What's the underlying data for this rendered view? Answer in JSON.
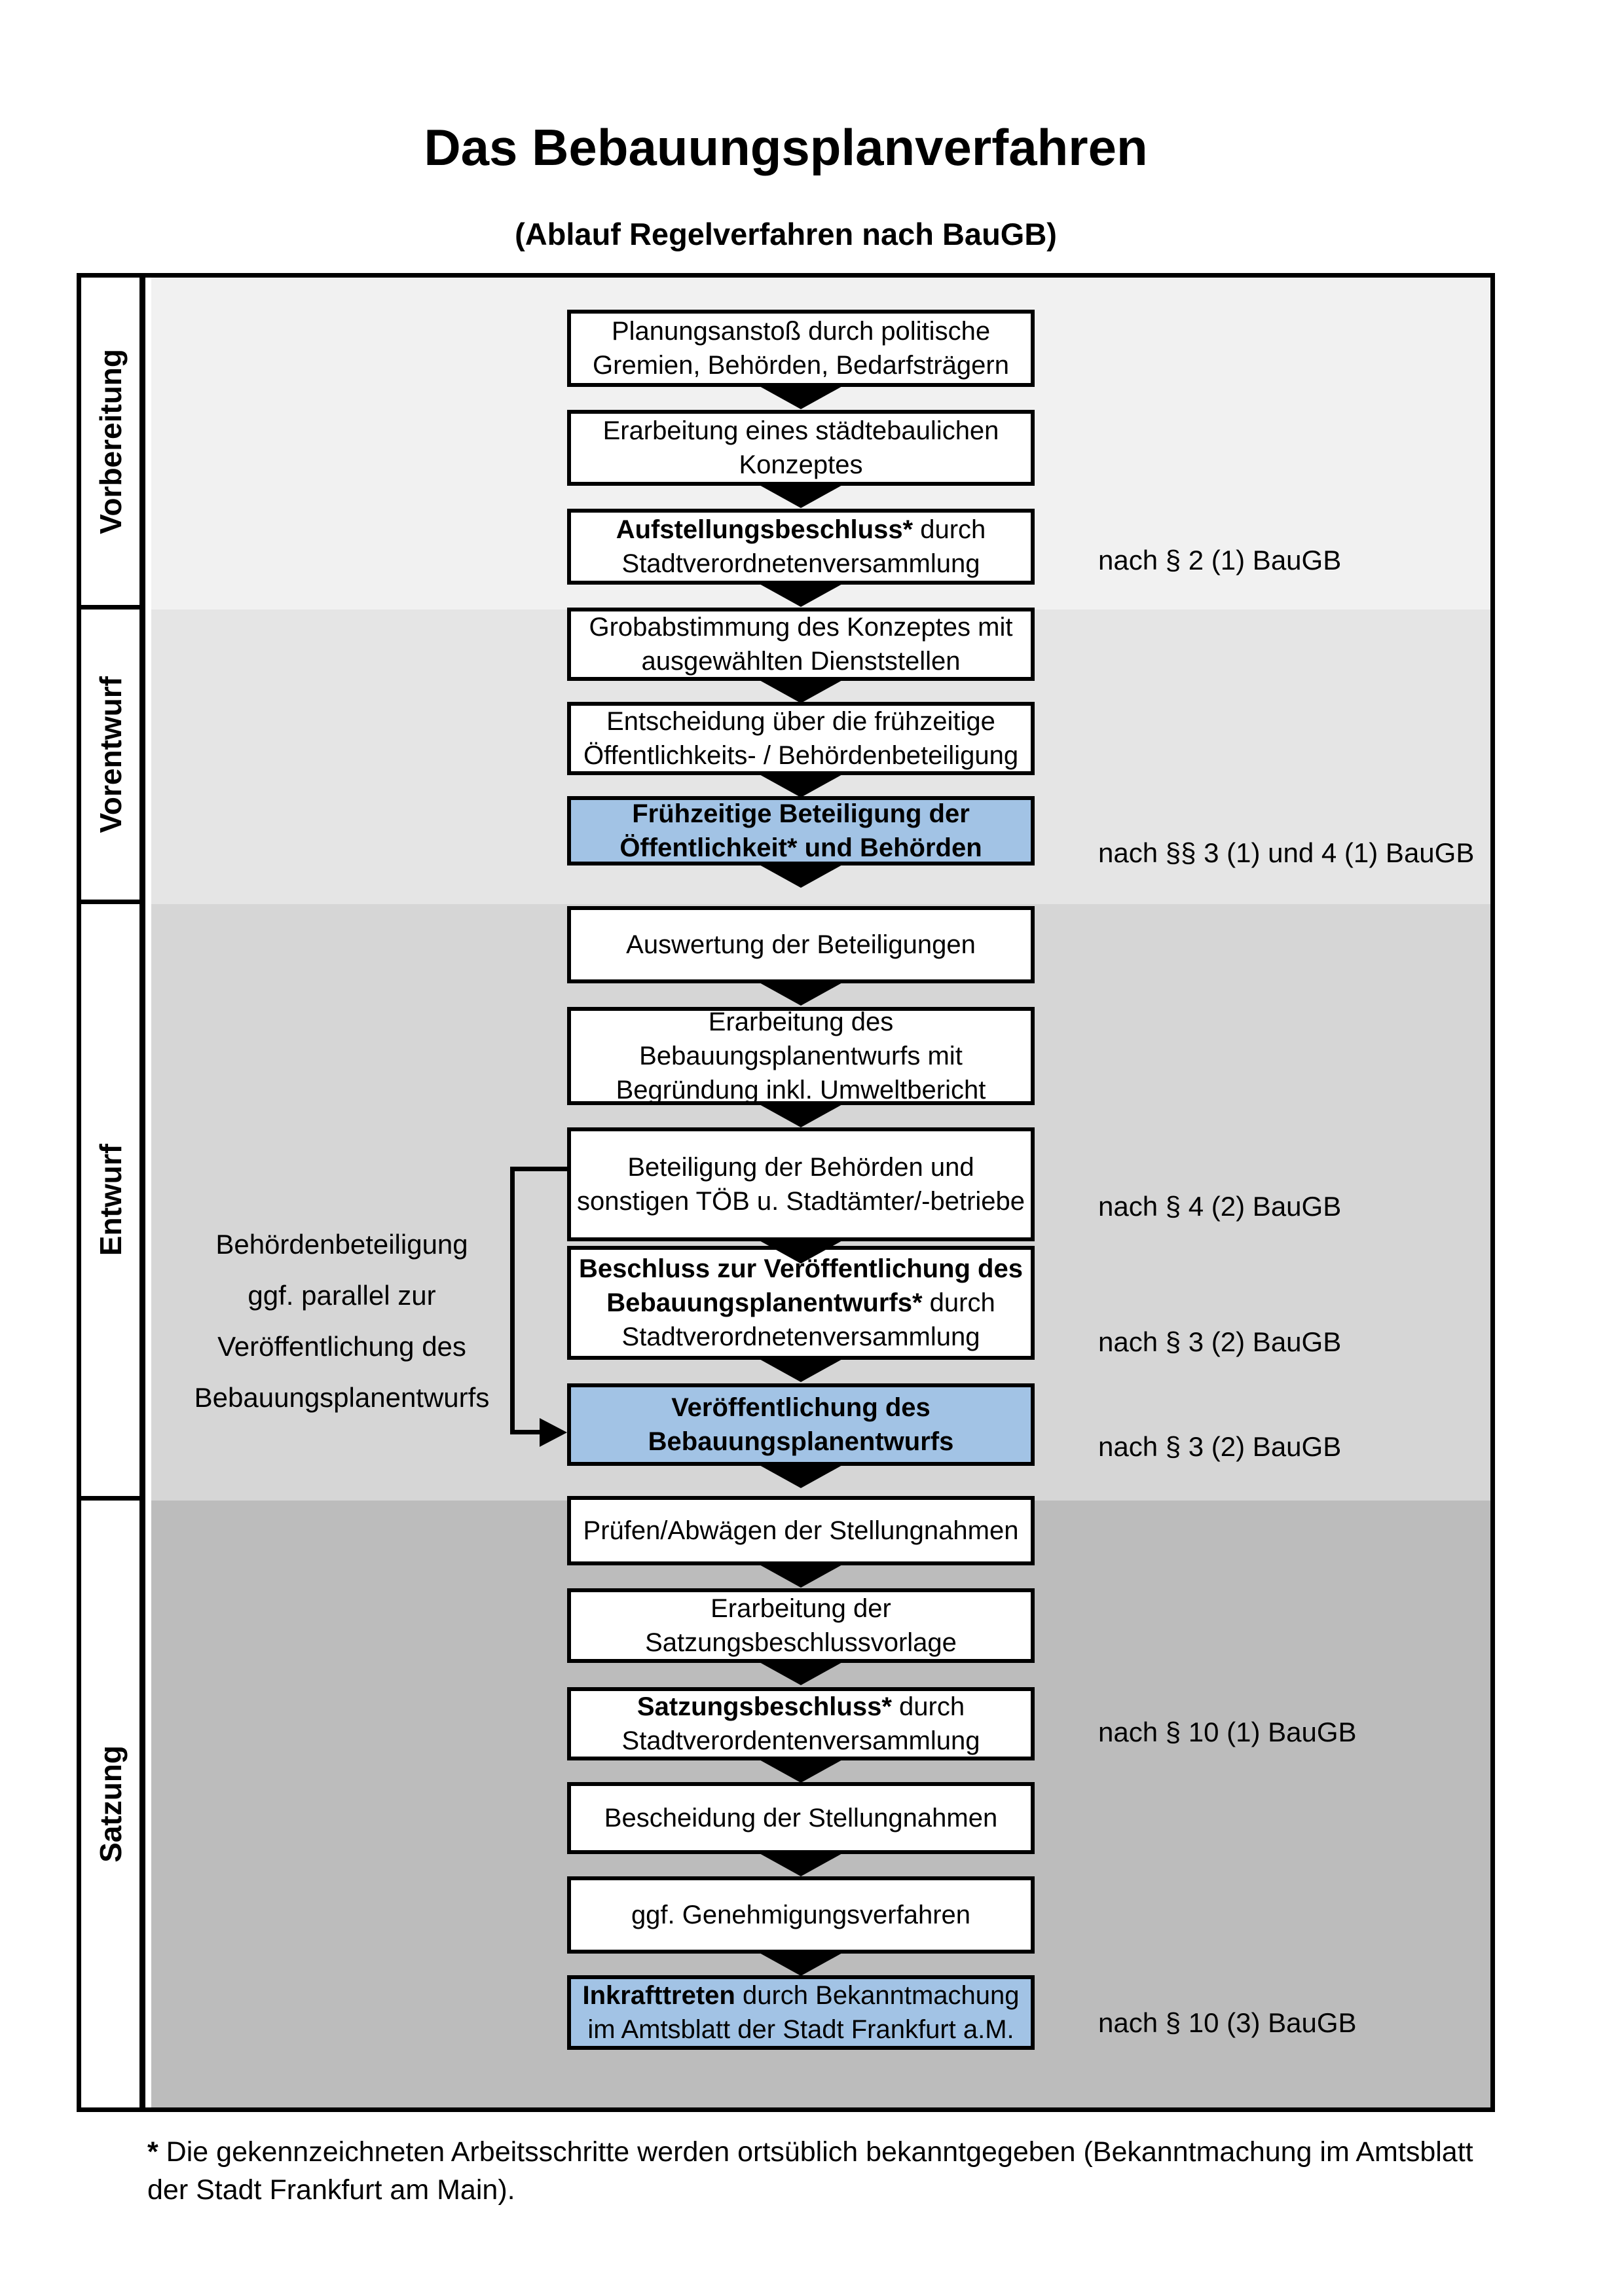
{
  "title": "Das Bebauungsplanverfahren",
  "subtitle": "(Ablauf Regelverfahren nach BauGB)",
  "colors": {
    "highlight_blue": "#a2c3e5",
    "phase_bg_vorbereitung": "#f1f1f1",
    "phase_bg_vorentwurf": "#e5e5e5",
    "phase_bg_entwurf": "#d6d6d6",
    "phase_bg_satzung": "#bcbcbc",
    "line_color": "#000000"
  },
  "phases": [
    {
      "label": "Vorbereitung"
    },
    {
      "label": "Vorentwurf"
    },
    {
      "label": "Entwurf"
    },
    {
      "label": "Satzung"
    }
  ],
  "boxes": [
    {
      "variant": "white",
      "lines": [
        {
          "t": "Planungsanstoß durch politische"
        },
        {
          "t": "Gremien, Behörden, Bedarfsträgern"
        }
      ]
    },
    {
      "variant": "white",
      "lines": [
        {
          "t": "Erarbeitung eines städtebaulichen"
        },
        {
          "t": "Konzeptes"
        }
      ]
    },
    {
      "variant": "white",
      "lines": [
        {
          "b": "Aufstellungsbeschluss*",
          "t": " durch"
        },
        {
          "t": "Stadtverordnetenversammlung"
        }
      ]
    },
    {
      "variant": "white",
      "lines": [
        {
          "t": "Grobabstimmung des Konzeptes mit"
        },
        {
          "t": "ausgewählten Dienststellen"
        }
      ]
    },
    {
      "variant": "white",
      "lines": [
        {
          "t": "Entscheidung über die frühzeitige"
        },
        {
          "t": "Öffentlichkeits- / Behördenbeteiligung"
        }
      ]
    },
    {
      "variant": "blue",
      "lines": [
        {
          "b": "Frühzeitige Beteiligung der"
        },
        {
          "b": "Öffentlichkeit* und Behörden"
        }
      ]
    },
    {
      "variant": "white",
      "lines": [
        {
          "t": "Auswertung der Beteiligungen"
        }
      ]
    },
    {
      "variant": "white",
      "lines": [
        {
          "t": "Erarbeitung des"
        },
        {
          "t": "Bebauungsplanentwurfs mit"
        },
        {
          "t": "Begründung inkl. Umweltbericht"
        }
      ]
    },
    {
      "variant": "white",
      "lines": [
        {
          "t": "Beteiligung der Behörden und"
        },
        {
          "t": "sonstigen TÖB u. Stadtämter/-betriebe"
        }
      ]
    },
    {
      "variant": "white",
      "lines": [
        {
          "b": "Beschluss zur Veröffentlichung des"
        },
        {
          "b": "Bebauungsplanentwurfs*",
          "t": " durch"
        },
        {
          "t": "Stadtverordnetenversammlung"
        }
      ]
    },
    {
      "variant": "blue",
      "lines": [
        {
          "b": "Veröffentlichung des"
        },
        {
          "b": "Bebauungsplanentwurfs"
        }
      ]
    },
    {
      "variant": "white",
      "lines": [
        {
          "t": "Prüfen/Abwägen der Stellungnahmen"
        }
      ]
    },
    {
      "variant": "white",
      "lines": [
        {
          "t": "Erarbeitung der"
        },
        {
          "t": "Satzungsbeschlussvorlage"
        }
      ]
    },
    {
      "variant": "white",
      "lines": [
        {
          "b": "Satzungsbeschluss*",
          "t": " durch"
        },
        {
          "t": "Stadtverordentenversammlung"
        }
      ]
    },
    {
      "variant": "white",
      "lines": [
        {
          "t": "Bescheidung der Stellungnahmen"
        }
      ]
    },
    {
      "variant": "white",
      "lines": [
        {
          "t": "ggf. Genehmigungsverfahren"
        }
      ]
    },
    {
      "variant": "blue",
      "lines": [
        {
          "b": "Inkrafttreten",
          "t": " durch Bekanntmachung"
        },
        {
          "t": "im Amtsblatt der Stadt Frankfurt a.M."
        }
      ]
    }
  ],
  "refs": [
    "nach § 2 (1) BauGB",
    "nach §§ 3 (1) und 4 (1) BauGB",
    "nach § 4 (2) BauGB",
    "nach § 3 (2) BauGB",
    "nach § 3 (2) BauGB",
    "nach § 10 (1) BauGB",
    "nach § 10 (3) BauGB"
  ],
  "annotation": {
    "lines": [
      "Behördenbeteiligung",
      "ggf. parallel zur",
      "Veröffentlichung des",
      "Bebauungsplanentwurfs"
    ]
  },
  "footnote": {
    "marker": "*",
    "text": " Die gekennzeichneten Arbeitsschritte werden ortsüblich bekanntgegeben (Bekanntmachung im Amtsblatt der Stadt Frankfurt am Main)."
  }
}
